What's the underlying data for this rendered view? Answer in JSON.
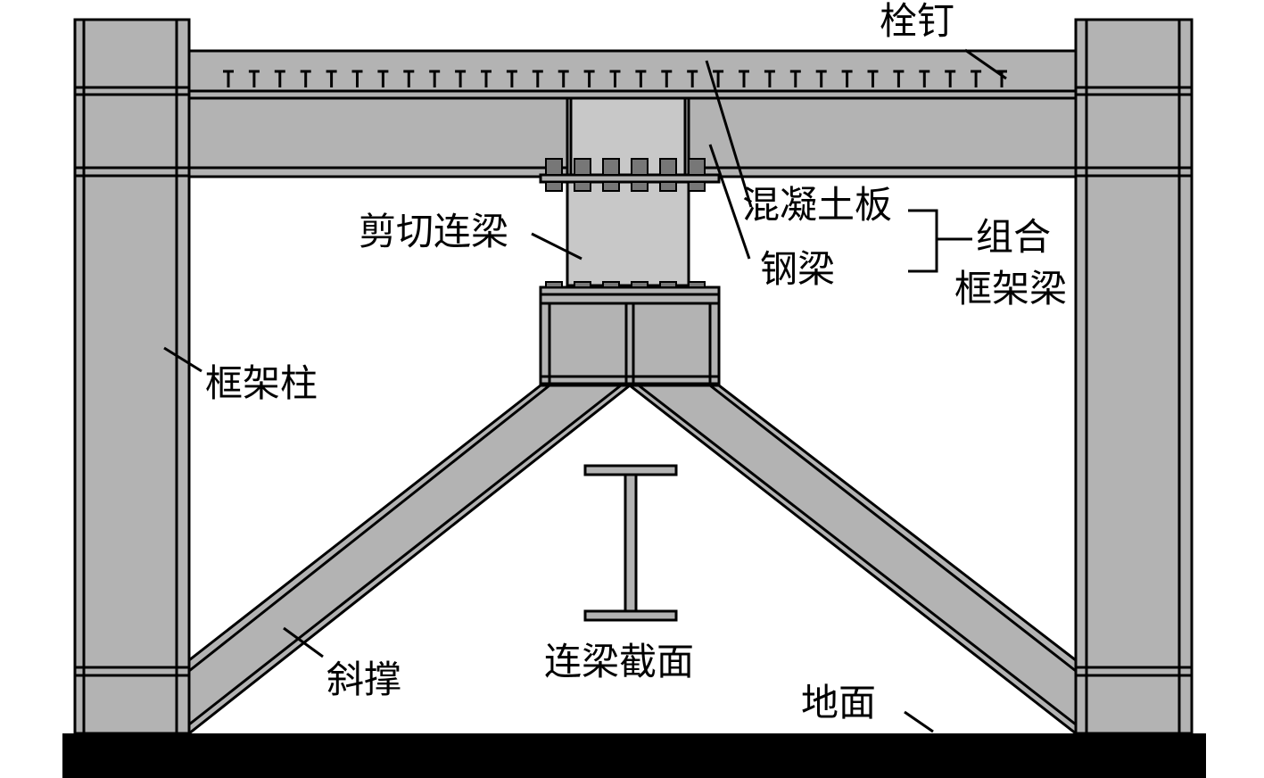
{
  "colors": {
    "steel": "#b3b3b3",
    "outline": "#000000",
    "ground": "#000000",
    "background": "#ffffff"
  },
  "labels": {
    "stud": "栓钉",
    "concrete_slab": "混凝土板",
    "steel_beam": "钢梁",
    "composite_beam_line1": "组合",
    "composite_beam_line2": "框架梁",
    "shear_link": "剪切连梁",
    "frame_column": "框架柱",
    "brace": "斜撑",
    "link_section": "连梁截面",
    "ground": "地面"
  }
}
